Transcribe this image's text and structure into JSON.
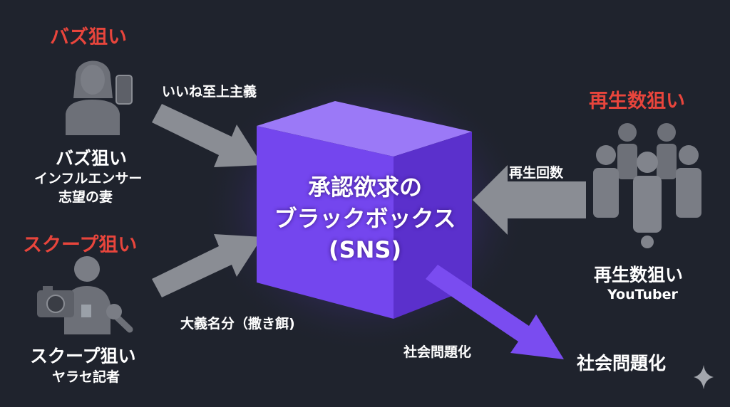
{
  "colors": {
    "background": "#1f232d",
    "accent_red": "#e8453c",
    "cube_purple": "#7a4cf0",
    "icon_gray": "#6d7078",
    "arrow_gray": "#8a8d94"
  },
  "center": {
    "line1": "承認欲求の",
    "line2": "ブラックボックス",
    "line3": "(SNS)"
  },
  "actors": {
    "buzz": {
      "header": "バズ狙い",
      "name": "バズ狙い",
      "desc_line1": "インフルエンサー",
      "desc_line2": "志望の妻",
      "icon": "woman-with-smartphone-icon"
    },
    "scoop": {
      "header": "スクープ狙い",
      "name": "スクープ狙い",
      "desc_line1": "ヤラセ記者",
      "icon": "reporter-with-camera-icon"
    },
    "views": {
      "header": "再生数狙い",
      "name": "再生数狙い",
      "desc_line1": "YouTuber",
      "icon": "crowd-of-people-icon"
    }
  },
  "arrows": {
    "likes": "いいね至上主義",
    "pretext": "大義名分（撒き餌)",
    "play_count": "再生回数",
    "social_issue": "社会問題化"
  },
  "outcome": {
    "label": "社会問題化",
    "icon": "sparkle-icon"
  }
}
